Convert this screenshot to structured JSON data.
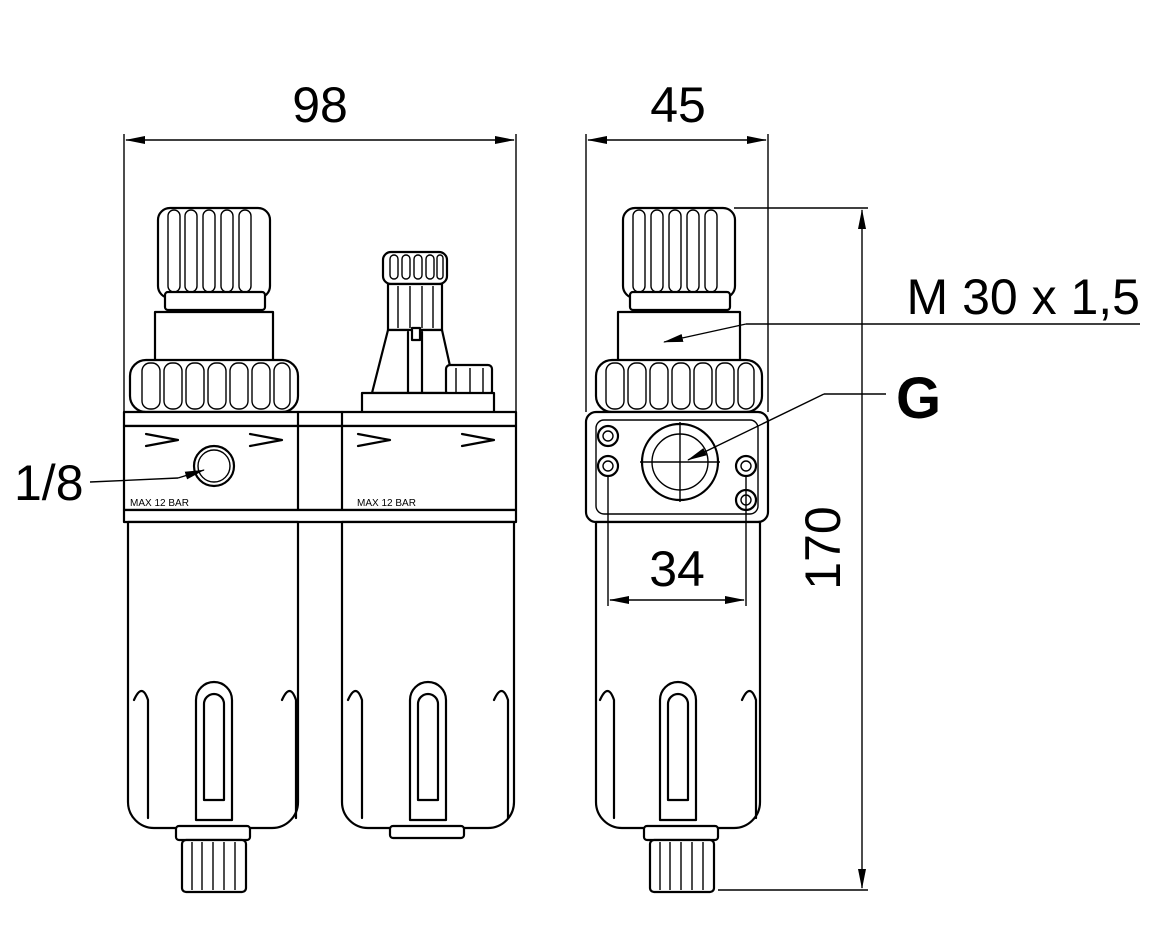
{
  "dimensions": {
    "width_front": "98",
    "width_side": "45",
    "height": "170",
    "port_spacing": "34",
    "gauge_port": "1/8",
    "thread": "M 30 x 1,5",
    "port_thread": "G"
  },
  "labels": {
    "pressure_left": "MAX 12 BAR",
    "pressure_right": "MAX 12 BAR"
  }
}
